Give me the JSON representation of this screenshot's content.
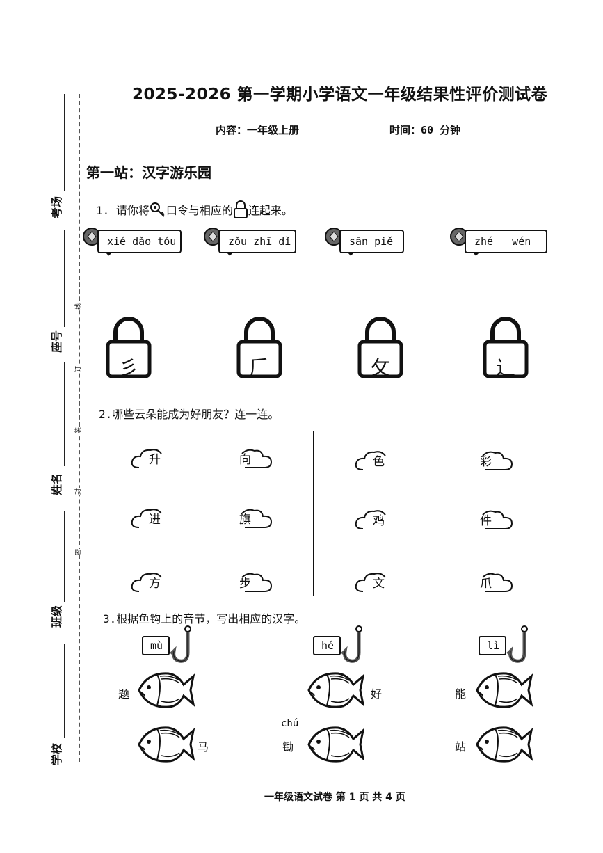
{
  "exam": {
    "title": "2025-2026 第一学期小学语文一年级结果性评价测试卷",
    "content_label": "内容：一年级上册",
    "time_label": "时间：60 分钟",
    "footer": "一年级语文试卷  第 1 页 共 4 页"
  },
  "binding": {
    "fields": [
      "考场",
      "座号",
      "姓名",
      "班级",
      "学校"
    ],
    "marks": [
      "线",
      "订",
      "装",
      "封",
      "密"
    ]
  },
  "section1": {
    "heading": "第一站：汉字游乐园",
    "q1": {
      "text_a": "1. 请你将",
      "text_b": "口令与相应的",
      "text_c": "连起来。",
      "keys": [
        "xié dǎo tóu",
        "zǒu zhī dǐ",
        "sān piě",
        "zhé   wén"
      ],
      "locks": [
        "彡",
        "𠂆",
        "攵",
        "辶"
      ]
    },
    "q2": {
      "text": "2.哪些云朵能成为好朋友？连一连。",
      "left_group": [
        [
          "升",
          "向"
        ],
        [
          "进",
          "旗"
        ],
        [
          "方",
          "步"
        ]
      ],
      "right_group": [
        [
          "色",
          "彩"
        ],
        [
          "鸡",
          "件"
        ],
        [
          "文",
          "爪"
        ]
      ]
    },
    "q3": {
      "text": "3.根据鱼钩上的音节，写出相应的汉字。",
      "hooks": [
        "mù",
        "hé",
        "lì"
      ],
      "fish_row1": [
        "题",
        "好",
        "能"
      ],
      "fish_row2": [
        "马",
        "锄",
        "站"
      ],
      "hint_pinyin": "chú"
    }
  }
}
